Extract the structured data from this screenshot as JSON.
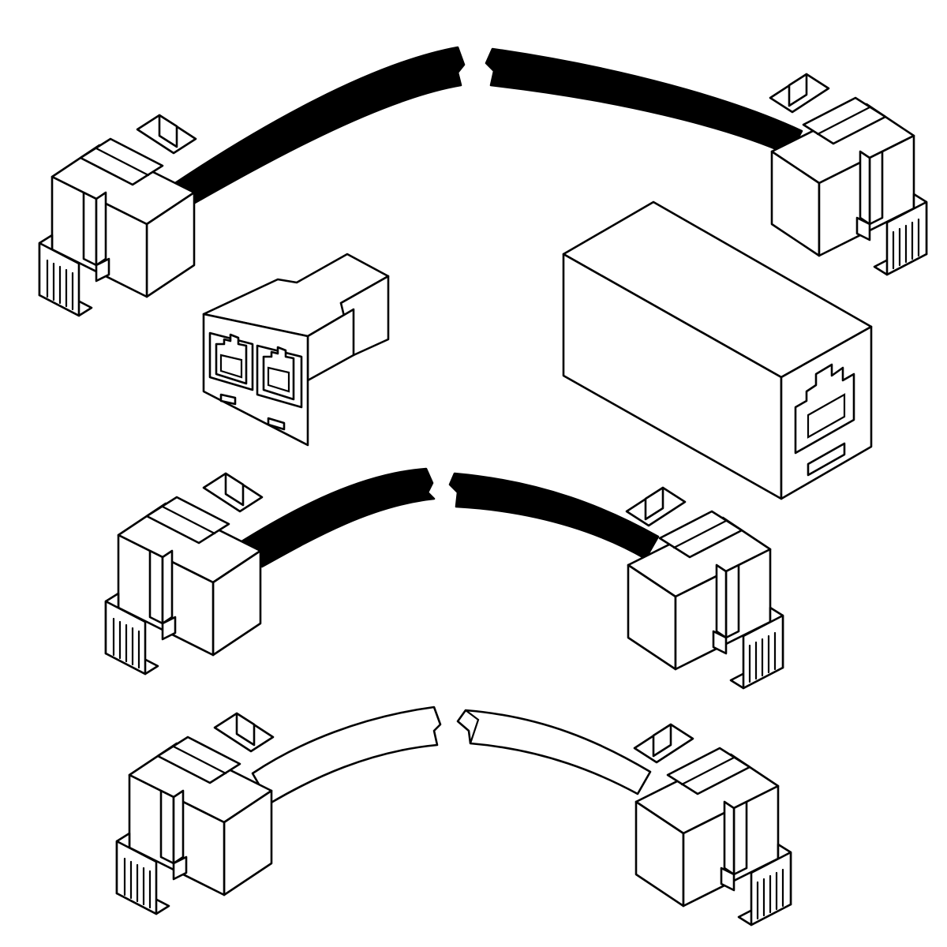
{
  "figure": {
    "background": "#ffffff",
    "line_color": "#000000",
    "items": [
      {
        "id": "black-cable-top",
        "kind": "cable",
        "fill": "black",
        "ends": [
          "rj11-plug",
          "rj11-plug"
        ],
        "break": "center"
      },
      {
        "id": "duplex-splitter",
        "kind": "splitter",
        "jacks": 2
      },
      {
        "id": "inline-coupler",
        "kind": "coupler",
        "jacks": 1
      },
      {
        "id": "black-cable-middle",
        "kind": "cable",
        "fill": "black",
        "ends": [
          "rj11-plug",
          "rj11-plug"
        ],
        "break": "center"
      },
      {
        "id": "white-cable-bottom",
        "kind": "cable",
        "fill": "white",
        "ends": [
          "rj11-plug",
          "rj11-plug"
        ],
        "break": "center"
      }
    ]
  }
}
